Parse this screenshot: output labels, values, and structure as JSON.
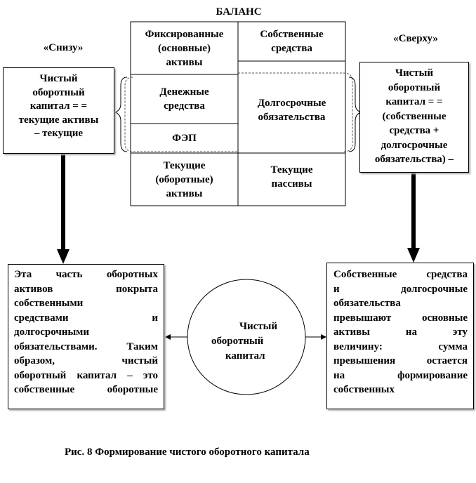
{
  "balance_title": "БАЛАНС",
  "left_label": "«Снизу»",
  "right_label": "«Сверху»",
  "balance": {
    "fixed_assets": [
      "Фиксированные",
      "(основные)",
      "активы"
    ],
    "equity": [
      "Собственные",
      "средства"
    ],
    "cash": [
      "Денежные",
      "средства"
    ],
    "fep": "ФЭП",
    "long_term": [
      "Долгосрочные",
      "обязательства"
    ],
    "current_assets": [
      "Текущие",
      "(оборотные)",
      "активы"
    ],
    "current_liab": [
      "Текущие",
      "пассивы"
    ]
  },
  "left_formula": [
    "Чистый",
    "оборотный",
    "капитал =    =",
    "текущие активы",
    "– текущие"
  ],
  "right_formula": [
    "Чистый",
    "оборотный",
    "капитал =    =",
    "(собственные",
    "средства +",
    "долгосрочные",
    "обязательства) –"
  ],
  "left_desc": [
    "Эта часть оборотных",
    "активов покрыта",
    "собственными",
    "средствами и",
    "долгосрочными",
    "обязательствами. Таким",
    "образом, чистый",
    "оборотный капитал – это",
    "собственные оборотные"
  ],
  "right_desc": [
    "Собственные средства",
    "и долгосрочные",
    "обязательства",
    "превышают основные",
    "активы на эту",
    "величину: сумма",
    "превышения остается",
    "на формирование",
    "собственных"
  ],
  "center_circle": [
    "Чистый",
    "оборотный",
    "капитал"
  ],
  "caption": "Рис. 8 Формирование чистого оборотного капитала",
  "colors": {
    "line": "#000000",
    "dash": "#555555",
    "shadow": "#b0b0b0"
  }
}
